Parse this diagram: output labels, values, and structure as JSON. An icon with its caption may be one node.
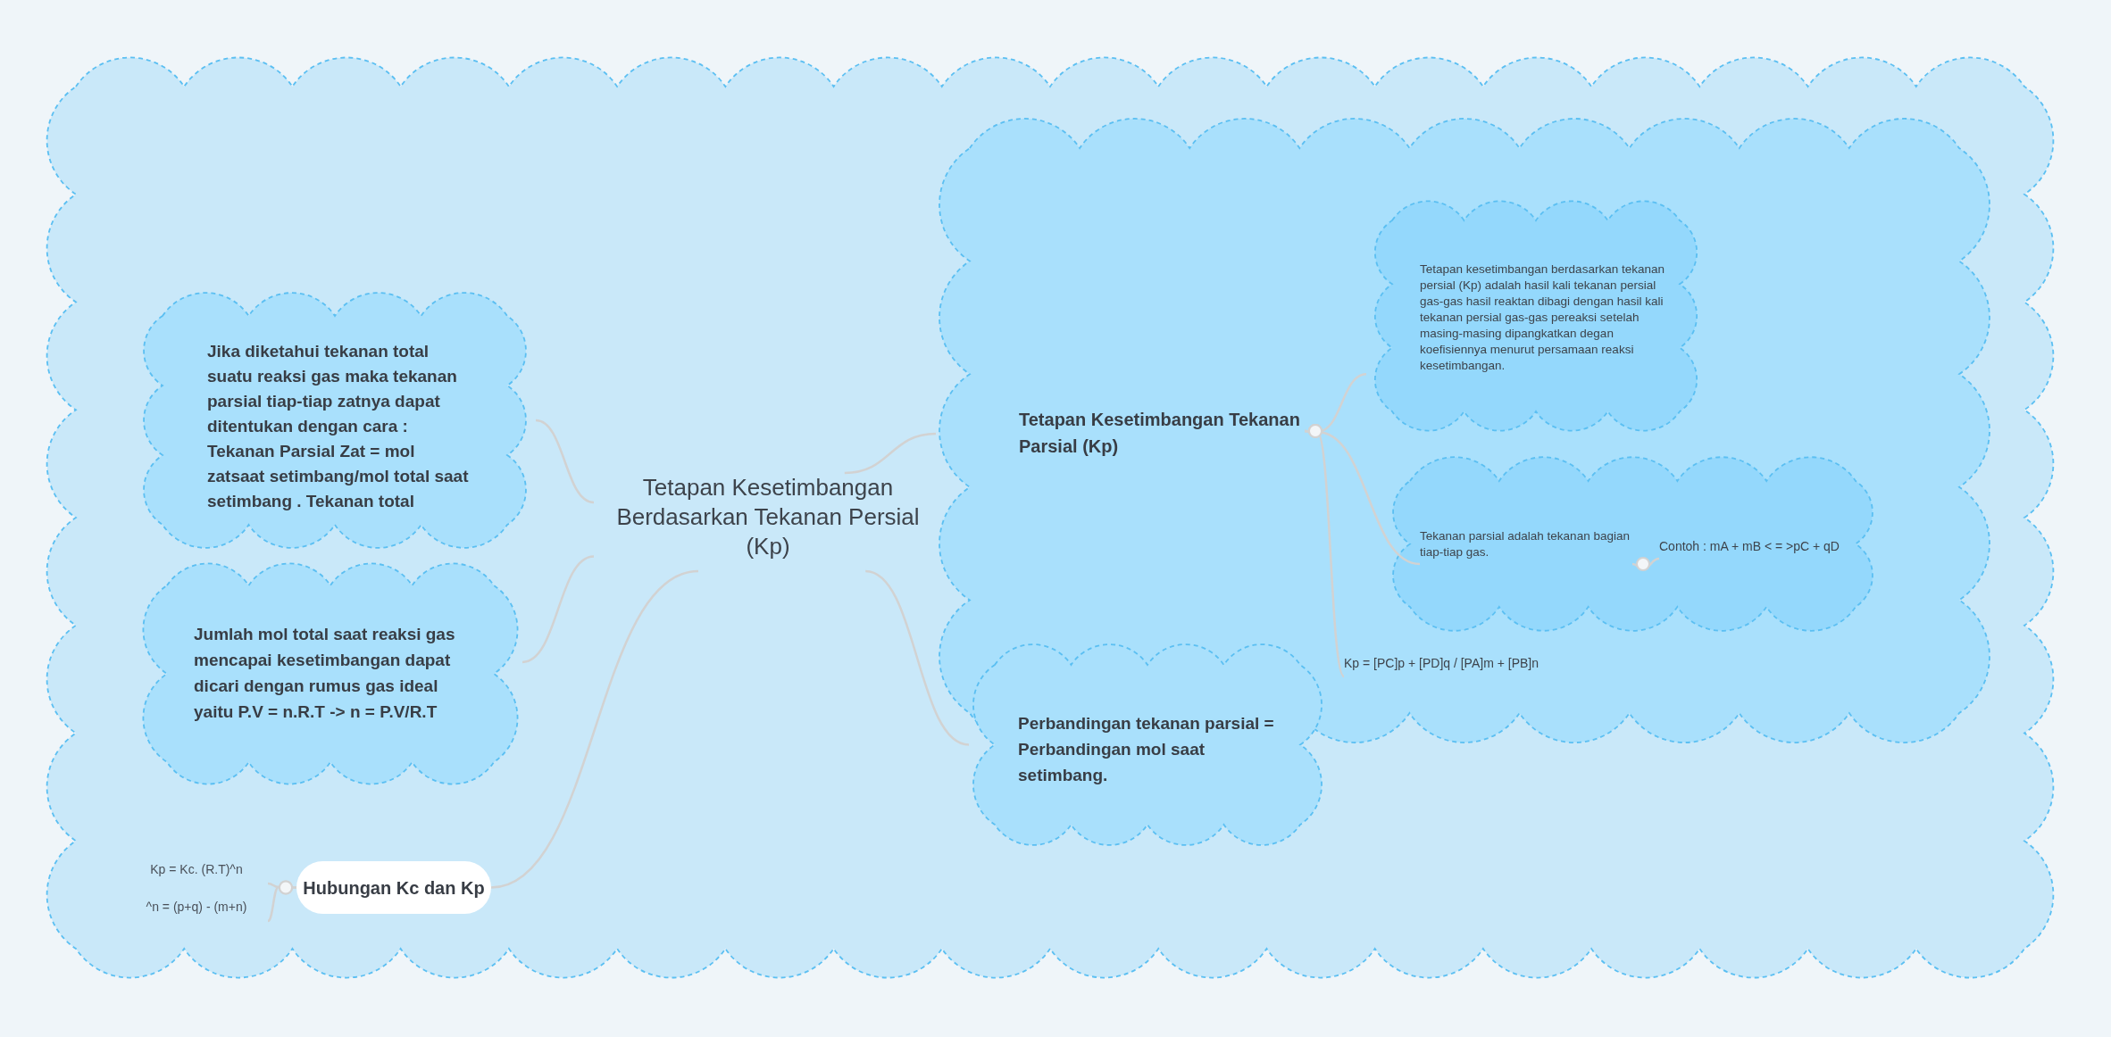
{
  "diagram": {
    "nodes": [
      {
        "text": [],
        "shape": "cloud"
      },
      {
        "text": [
          "Tetapan Kesetimbangan Berdasarkan Tekanan Persial (Kp)"
        ],
        "in": 0
      },
      {
        "text": [
          "Jika diketahui tekanan total suatu reaksi gas maka tekanan parsial tiap-tiap zatnya dapat ditentukan dengan cara : Tekanan Parsial Zat = mol zatsaat setimbang/mol total saat setimbang . Tekanan total"
        ],
        "in": 0
      },
      {
        "text": [
          "Jumlah mol total saat reaksi gas mencapai kesetimbangan dapat dicari dengan rumus gas ideal yaitu P.V = n.R.T -> n = P.V/R.T"
        ],
        "in": 0
      },
      {
        "text": [
          "Hubungan Kc dan Kp"
        ],
        "in": 0
      },
      {
        "text": [
          "Kp = Kc. (R.T)^n"
        ],
        "in": 0
      },
      {
        "text": [
          "^n = (p+q) - (m+n)"
        ],
        "in": 0
      },
      {
        "text": [],
        "shape": "cloud",
        "in": 0
      },
      {
        "text": [
          "Tetapan Kesetimbangan Tekanan Parsial (Kp)"
        ],
        "in": 7
      },
      {
        "text": [
          "Tetapan kesetimbangan berdasarkan tekanan persial (Kp) adalah hasil kali tekanan persial gas-gas hasil reaktan dibagi dengan hasil kali tekanan persial gas-gas pereaksi setelah masing-masing dipangkatkan degan koefisiennya menurut persamaan reaksi kesetimbangan."
        ],
        "in": 7
      },
      {
        "text": [],
        "shape": "cloud",
        "in": 7
      },
      {
        "text": [
          "Tekanan parsial adalah tekanan bagian tiap-tiap gas."
        ],
        "in": 10
      },
      {
        "text": [
          "Contoh : mA + mB < = >pC + qD"
        ],
        "in": 10
      },
      {
        "text": [
          "Kp = [PC]p + [PD]q / [PA]m + [PB]n"
        ],
        "in": 7
      },
      {
        "text": [
          "Perbandingan tekanan parsial = Perbandingan mol saat setimbang."
        ],
        "in": 0
      }
    ],
    "edges": [
      {
        "from": 1,
        "to": 2,
        "arrow": "none"
      },
      {
        "from": 1,
        "to": 3,
        "arrow": "none"
      },
      {
        "from": 1,
        "to": 4,
        "arrow": "none"
      },
      {
        "from": 1,
        "to": 7,
        "arrow": "none"
      },
      {
        "from": 1,
        "to": 14,
        "arrow": "none"
      },
      {
        "from": 8,
        "to": 9,
        "arrow": "other"
      },
      {
        "from": 8,
        "to": 11,
        "arrow": "other"
      },
      {
        "from": 8,
        "to": 13,
        "arrow": "other"
      },
      {
        "from": 11,
        "to": 12,
        "arrow": "other"
      },
      {
        "from": 4,
        "to": 5,
        "arrow": "other"
      },
      {
        "from": 4,
        "to": 6,
        "arrow": "other"
      }
    ]
  }
}
